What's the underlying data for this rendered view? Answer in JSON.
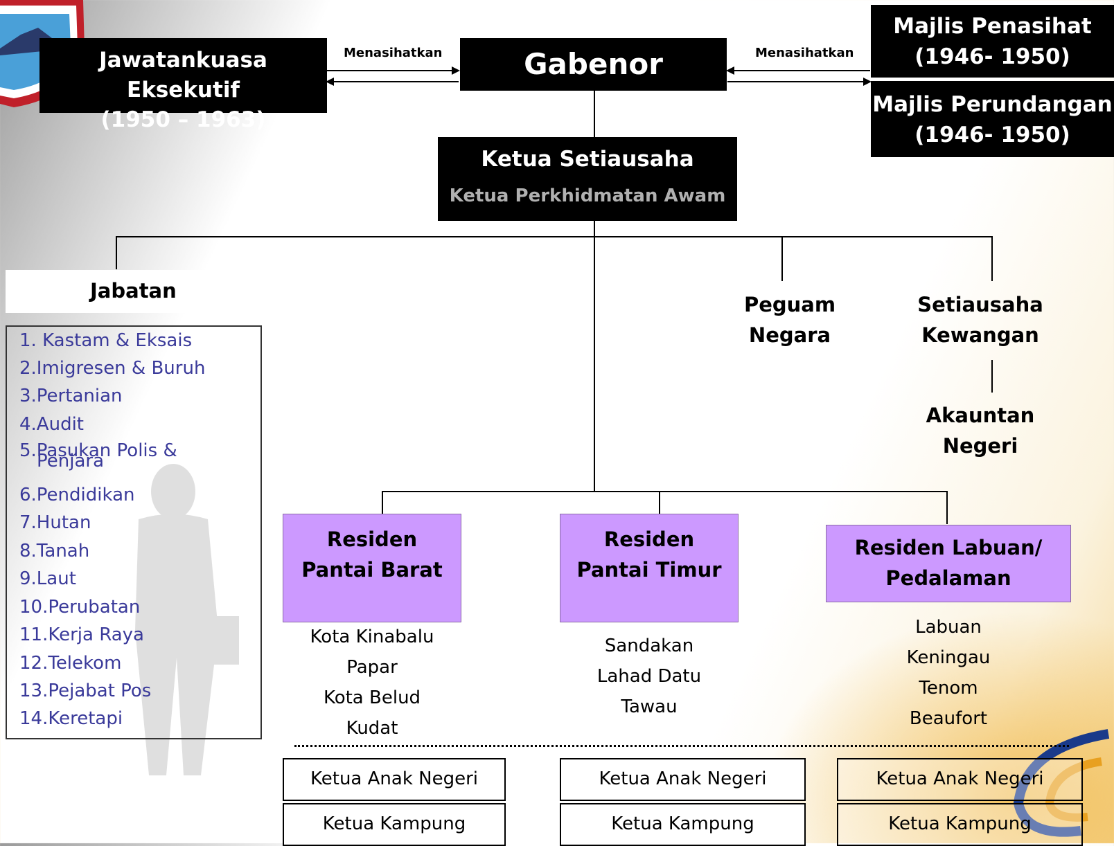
{
  "top": {
    "jawatankuasa": [
      "Jawatankuasa Eksekutif",
      "(1950 – 1963)"
    ],
    "gabenor": "Gabenor",
    "majlis_penasihat": [
      "Majlis Penasihat",
      "(1946- 1950)"
    ],
    "majlis_perundangan": [
      "Majlis Perundangan",
      "(1946- 1950)"
    ],
    "advise_left": "Menasihatkan",
    "advise_right": "Menasihatkan"
  },
  "ketua": {
    "title": "Ketua Setiausaha",
    "subtitle": "Ketua Perkhidmatan Awam"
  },
  "jabatan": {
    "title": "Jabatan",
    "items": [
      "1. Kastam & Eksais",
      "2.Imigresen & Buruh",
      "3.Pertanian",
      "4.Audit",
      "5.Pasukan Polis &",
      "Penjara",
      "6.Pendidikan",
      "7.Hutan",
      "8.Tanah",
      "9.Laut",
      "10.Perubatan",
      "11.Kerja Raya",
      "12.Telekom",
      "13.Pejabat Pos",
      "14.Keretapi"
    ]
  },
  "peguam": [
    "Peguam",
    "Negara"
  ],
  "setiausaha_kewangan": [
    "Setiausaha",
    "Kewangan"
  ],
  "akauntan": [
    "Akauntan",
    "Negeri"
  ],
  "residen": [
    {
      "title": [
        "Residen",
        "Pantai Barat"
      ],
      "towns": [
        "Kota Kinabalu",
        "Papar",
        "Kota Belud",
        "Kudat"
      ]
    },
    {
      "title": [
        "Residen",
        "Pantai Timur"
      ],
      "towns": [
        "Sandakan",
        "Lahad Datu",
        "Tawau"
      ]
    },
    {
      "title": [
        "Residen Labuan/",
        "Pedalaman"
      ],
      "towns": [
        "Labuan",
        "Keningau",
        "Tenom",
        "Beaufort"
      ]
    }
  ],
  "local": {
    "ketua_anak_negeri": "Ketua Anak Negeri",
    "ketua_kampung": "Ketua Kampung"
  },
  "colors": {
    "residen_fill": "#cc99ff",
    "dept_text": "#3a3a9a",
    "header_fill": "#000000"
  }
}
